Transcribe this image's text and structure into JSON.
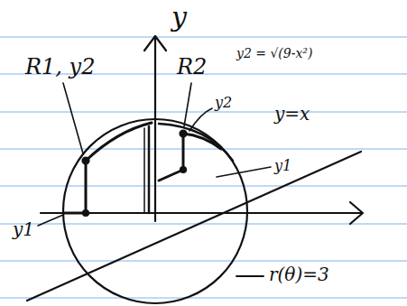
{
  "diagram": {
    "labels": [
      "y",
      "R1, y2",
      "R2",
      "y2 = √(9-x²)",
      "y2",
      "y=x",
      "y1",
      "y1",
      "r(θ)=3"
    ]
  }
}
